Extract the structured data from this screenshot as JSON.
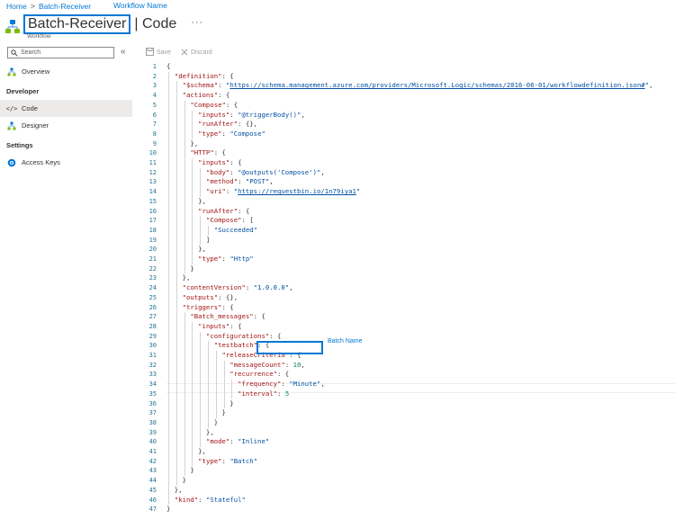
{
  "breadcrumb": {
    "home": "Home",
    "separator": ">",
    "current": "Batch-Receiver"
  },
  "annotations": {
    "workflow_name": "Workflow Name",
    "batch_name": "Batch Name"
  },
  "header": {
    "title": "Batch-Receiver",
    "separator": "|",
    "section": "Code",
    "more": "···",
    "subtitle": "Workflow",
    "icon": "workflow-icon"
  },
  "search": {
    "placeholder": "Search"
  },
  "collapse": "«",
  "nav": {
    "overview": "Overview",
    "developer_section": "Developer",
    "code": "Code",
    "designer": "Designer",
    "settings_section": "Settings",
    "access_keys": "Access Keys"
  },
  "toolbar": {
    "save": "Save",
    "discard": "Discard"
  },
  "colors": {
    "accent": "#0078d4",
    "key": "#a31515",
    "string": "#0451a5",
    "number": "#098658",
    "line_number": "#237893"
  },
  "code_lines": [
    [
      {
        "t": "{",
        "c": "p"
      }
    ],
    [
      {
        "t": "  ",
        "c": "p"
      },
      {
        "t": "\"definition\"",
        "c": "k"
      },
      {
        "t": ": {",
        "c": "p"
      }
    ],
    [
      {
        "t": "    ",
        "c": "p"
      },
      {
        "t": "\"$schema\"",
        "c": "k"
      },
      {
        "t": ": ",
        "c": "p"
      },
      {
        "t": "\"",
        "c": "s"
      },
      {
        "t": "https://schema.management.azure.com/providers/Microsoft.Logic/schemas/2016-06-01/workflowdefinition.json#",
        "c": "u"
      },
      {
        "t": "\"",
        "c": "s"
      },
      {
        "t": ",",
        "c": "p"
      }
    ],
    [
      {
        "t": "    ",
        "c": "p"
      },
      {
        "t": "\"actions\"",
        "c": "k"
      },
      {
        "t": ": {",
        "c": "p"
      }
    ],
    [
      {
        "t": "      ",
        "c": "p"
      },
      {
        "t": "\"Compose\"",
        "c": "k"
      },
      {
        "t": ": {",
        "c": "p"
      }
    ],
    [
      {
        "t": "        ",
        "c": "p"
      },
      {
        "t": "\"inputs\"",
        "c": "k"
      },
      {
        "t": ": ",
        "c": "p"
      },
      {
        "t": "\"@triggerBody()\"",
        "c": "s"
      },
      {
        "t": ",",
        "c": "p"
      }
    ],
    [
      {
        "t": "        ",
        "c": "p"
      },
      {
        "t": "\"runAfter\"",
        "c": "k"
      },
      {
        "t": ": {},",
        "c": "p"
      }
    ],
    [
      {
        "t": "        ",
        "c": "p"
      },
      {
        "t": "\"type\"",
        "c": "k"
      },
      {
        "t": ": ",
        "c": "p"
      },
      {
        "t": "\"Compose\"",
        "c": "s"
      }
    ],
    [
      {
        "t": "      },",
        "c": "p"
      }
    ],
    [
      {
        "t": "      ",
        "c": "p"
      },
      {
        "t": "\"HTTP\"",
        "c": "k"
      },
      {
        "t": ": {",
        "c": "p"
      }
    ],
    [
      {
        "t": "        ",
        "c": "p"
      },
      {
        "t": "\"inputs\"",
        "c": "k"
      },
      {
        "t": ": {",
        "c": "p"
      }
    ],
    [
      {
        "t": "          ",
        "c": "p"
      },
      {
        "t": "\"body\"",
        "c": "k"
      },
      {
        "t": ": ",
        "c": "p"
      },
      {
        "t": "\"@outputs('Compose')\"",
        "c": "s"
      },
      {
        "t": ",",
        "c": "p"
      }
    ],
    [
      {
        "t": "          ",
        "c": "p"
      },
      {
        "t": "\"method\"",
        "c": "k"
      },
      {
        "t": ": ",
        "c": "p"
      },
      {
        "t": "\"POST\"",
        "c": "s"
      },
      {
        "t": ",",
        "c": "p"
      }
    ],
    [
      {
        "t": "          ",
        "c": "p"
      },
      {
        "t": "\"uri\"",
        "c": "k"
      },
      {
        "t": ": ",
        "c": "p"
      },
      {
        "t": "\"",
        "c": "s"
      },
      {
        "t": "https://requestbin.io/1n79iya1",
        "c": "u"
      },
      {
        "t": "\"",
        "c": "s"
      }
    ],
    [
      {
        "t": "        },",
        "c": "p"
      }
    ],
    [
      {
        "t": "        ",
        "c": "p"
      },
      {
        "t": "\"runAfter\"",
        "c": "k"
      },
      {
        "t": ": {",
        "c": "p"
      }
    ],
    [
      {
        "t": "          ",
        "c": "p"
      },
      {
        "t": "\"Compose\"",
        "c": "k"
      },
      {
        "t": ": [",
        "c": "p"
      }
    ],
    [
      {
        "t": "            ",
        "c": "p"
      },
      {
        "t": "\"Succeeded\"",
        "c": "s"
      }
    ],
    [
      {
        "t": "          ]",
        "c": "p"
      }
    ],
    [
      {
        "t": "        },",
        "c": "p"
      }
    ],
    [
      {
        "t": "        ",
        "c": "p"
      },
      {
        "t": "\"type\"",
        "c": "k"
      },
      {
        "t": ": ",
        "c": "p"
      },
      {
        "t": "\"Http\"",
        "c": "s"
      }
    ],
    [
      {
        "t": "      }",
        "c": "p"
      }
    ],
    [
      {
        "t": "    },",
        "c": "p"
      }
    ],
    [
      {
        "t": "    ",
        "c": "p"
      },
      {
        "t": "\"contentVersion\"",
        "c": "k"
      },
      {
        "t": ": ",
        "c": "p"
      },
      {
        "t": "\"1.0.0.0\"",
        "c": "s"
      },
      {
        "t": ",",
        "c": "p"
      }
    ],
    [
      {
        "t": "    ",
        "c": "p"
      },
      {
        "t": "\"outputs\"",
        "c": "k"
      },
      {
        "t": ": {},",
        "c": "p"
      }
    ],
    [
      {
        "t": "    ",
        "c": "p"
      },
      {
        "t": "\"triggers\"",
        "c": "k"
      },
      {
        "t": ": {",
        "c": "p"
      }
    ],
    [
      {
        "t": "      ",
        "c": "p"
      },
      {
        "t": "\"Batch_messages\"",
        "c": "k"
      },
      {
        "t": ": {",
        "c": "p"
      }
    ],
    [
      {
        "t": "        ",
        "c": "p"
      },
      {
        "t": "\"inputs\"",
        "c": "k"
      },
      {
        "t": ": {",
        "c": "p"
      }
    ],
    [
      {
        "t": "          ",
        "c": "p"
      },
      {
        "t": "\"configurations\"",
        "c": "k"
      },
      {
        "t": ": {",
        "c": "p"
      }
    ],
    [
      {
        "t": "            ",
        "c": "p"
      },
      {
        "t": "\"testbatch\"",
        "c": "k"
      },
      {
        "t": ": {",
        "c": "p"
      }
    ],
    [
      {
        "t": "              ",
        "c": "p"
      },
      {
        "t": "\"releaseCriteria\"",
        "c": "k"
      },
      {
        "t": ": {",
        "c": "p"
      }
    ],
    [
      {
        "t": "                ",
        "c": "p"
      },
      {
        "t": "\"messageCount\"",
        "c": "k"
      },
      {
        "t": ": ",
        "c": "p"
      },
      {
        "t": "10",
        "c": "n"
      },
      {
        "t": ",",
        "c": "p"
      }
    ],
    [
      {
        "t": "                ",
        "c": "p"
      },
      {
        "t": "\"recurrence\"",
        "c": "k"
      },
      {
        "t": ": {",
        "c": "p"
      }
    ],
    [
      {
        "t": "                  ",
        "c": "p"
      },
      {
        "t": "\"frequency\"",
        "c": "k"
      },
      {
        "t": ": ",
        "c": "p"
      },
      {
        "t": "\"Minute\"",
        "c": "s"
      },
      {
        "t": ",",
        "c": "p"
      }
    ],
    [
      {
        "t": "                  ",
        "c": "p"
      },
      {
        "t": "\"interval\"",
        "c": "k"
      },
      {
        "t": ": ",
        "c": "p"
      },
      {
        "t": "5",
        "c": "n"
      }
    ],
    [
      {
        "t": "                }",
        "c": "p"
      }
    ],
    [
      {
        "t": "              }",
        "c": "p"
      }
    ],
    [
      {
        "t": "            }",
        "c": "p"
      }
    ],
    [
      {
        "t": "          },",
        "c": "p"
      }
    ],
    [
      {
        "t": "          ",
        "c": "p"
      },
      {
        "t": "\"mode\"",
        "c": "k"
      },
      {
        "t": ": ",
        "c": "p"
      },
      {
        "t": "\"Inline\"",
        "c": "s"
      }
    ],
    [
      {
        "t": "        },",
        "c": "p"
      }
    ],
    [
      {
        "t": "        ",
        "c": "p"
      },
      {
        "t": "\"type\"",
        "c": "k"
      },
      {
        "t": ": ",
        "c": "p"
      },
      {
        "t": "\"Batch\"",
        "c": "s"
      }
    ],
    [
      {
        "t": "      }",
        "c": "p"
      }
    ],
    [
      {
        "t": "    }",
        "c": "p"
      }
    ],
    [
      {
        "t": "  },",
        "c": "p"
      }
    ],
    [
      {
        "t": "  ",
        "c": "p"
      },
      {
        "t": "\"kind\"",
        "c": "k"
      },
      {
        "t": ": ",
        "c": "p"
      },
      {
        "t": "\"Stateful\"",
        "c": "s"
      }
    ],
    [
      {
        "t": "}",
        "c": "p"
      }
    ]
  ]
}
